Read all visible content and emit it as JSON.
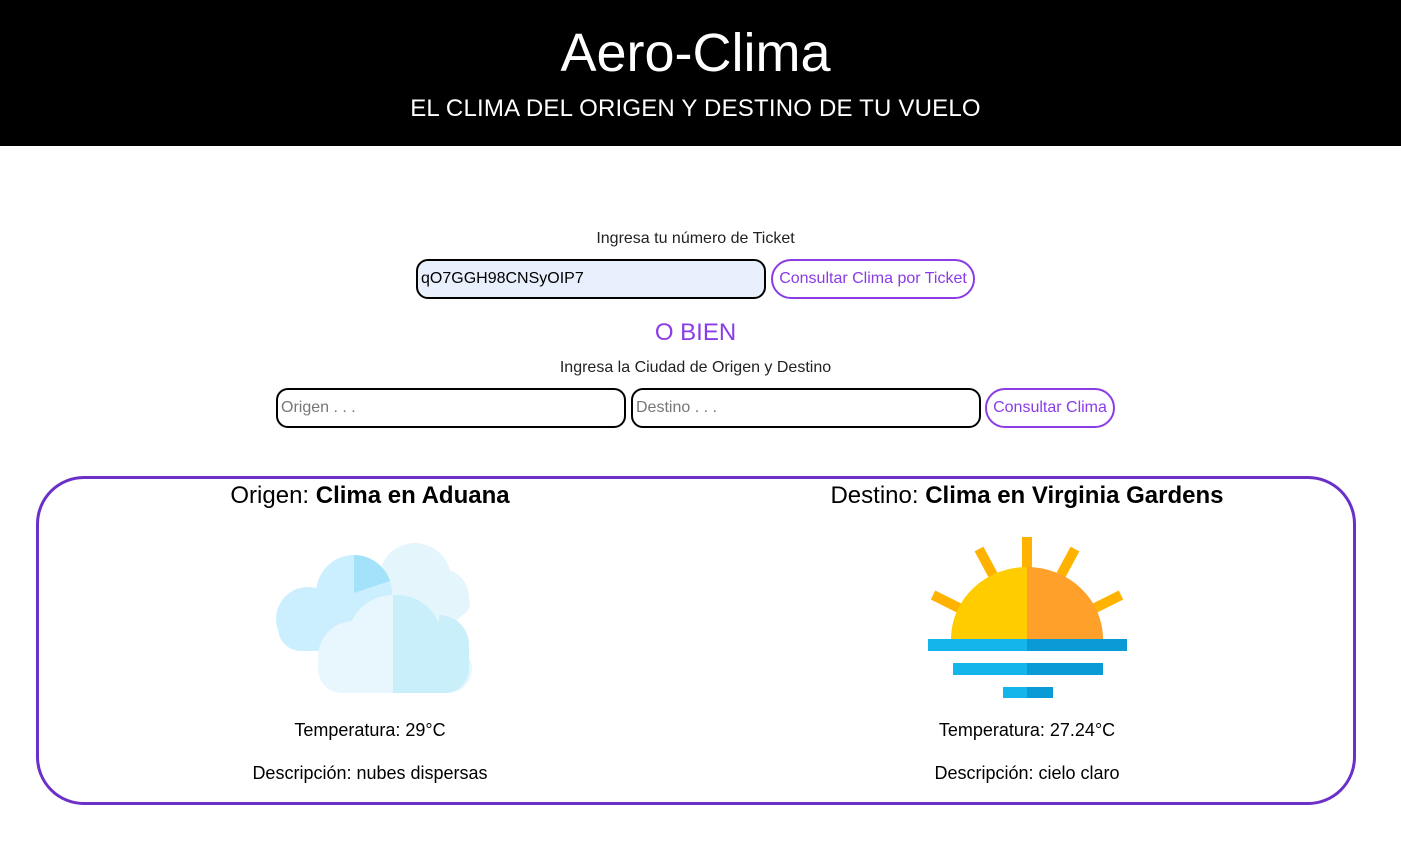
{
  "header": {
    "title": "Aero-Clima",
    "subtitle": "EL CLIMA DEL ORIGEN Y DESTINO DE TU VUELO"
  },
  "ticket": {
    "label": "Ingresa tu número de Ticket",
    "value": "qO7GGH98CNSyOIP7",
    "button": "Consultar Clima por Ticket"
  },
  "separator": "O BIEN",
  "cities": {
    "label": "Ingresa la Ciudad de Origen y Destino",
    "origin_placeholder": "Origen . . .",
    "destination_placeholder": "Destino . . .",
    "button": "Consultar Clima"
  },
  "results": {
    "origin": {
      "prefix": "Origen:",
      "title": "Clima en Aduana",
      "icon": "scattered-clouds-icon",
      "temperature": "Temperatura: 29°C",
      "description": "Descripción: nubes dispersas"
    },
    "destination": {
      "prefix": "Destino:",
      "title": "Clima en Virginia Gardens",
      "icon": "clear-sky-sun-icon",
      "temperature": "Temperatura: 27.24°C",
      "description": "Descripción: cielo claro"
    }
  },
  "colors": {
    "accent": "#8a3ce6",
    "card_border": "#6a30c8",
    "header_bg": "#000000"
  }
}
